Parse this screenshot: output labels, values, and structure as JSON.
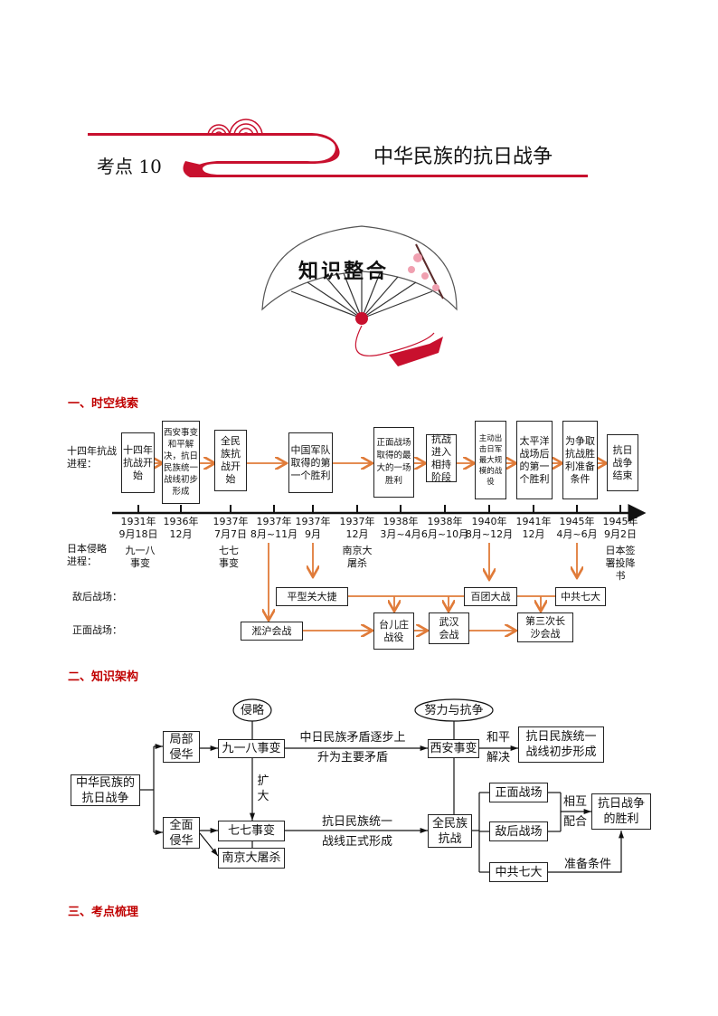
{
  "header": {
    "kaodian": "考点 10",
    "title": "中华民族的抗日战争"
  },
  "fan": {
    "text": "知识整合"
  },
  "sections": [
    "一、时空线索",
    "二、知识架构",
    "三、考点梳理"
  ],
  "timeline": {
    "row_labels": {
      "progress": "十四年抗战进程：",
      "aggression": "日本侵略进程：",
      "enemy_rear": "敌后战场：",
      "frontal": "正面战场："
    },
    "events": [
      "十四年抗战开始",
      "西安事变和平解决，抗日民族统一战线初步形成",
      "全民族抗战开始",
      "中国军队取得的第一个胜利",
      "正面战场取得的最大的一场胜利",
      "抗战进入相持阶段",
      "主动出击日军最大规模的战役",
      "太平洋战场后的第一个胜利",
      "为争取抗战胜利准备条件",
      "抗日战争结束"
    ],
    "dates": [
      "1931年\n9月18日",
      "1936年\n12月",
      "1937年\n7月7日",
      "1937年\n8月~11月",
      "1937年\n9月",
      "1937年\n12月",
      "1938年\n3月~4月",
      "1938年\n6月~10月",
      "1940年\n8月~12月",
      "1941年\n12月",
      "1945年\n4月~6月",
      "1945年\n9月2日"
    ],
    "aggression": [
      "九一八\n事变",
      "七七\n事变",
      "南京大\n屠杀",
      "日本签\n署投降\n书"
    ],
    "enemy_rear": [
      "平型关大捷",
      "百团大战",
      "中共七大"
    ],
    "frontal": [
      "淞沪会战",
      "台儿庄\n战役",
      "武汉\n会战",
      "第三次长\n沙会战"
    ]
  },
  "framework": {
    "root": "中华民族的\n抗日战争",
    "partial": "局部\n侵华",
    "full": "全面\n侵华",
    "e918": "九一八事变",
    "e77": "七七事变",
    "nanjing": "南京大屠杀",
    "invasion": "侵略",
    "struggle": "努力与抗争",
    "xian": "西安事变",
    "allnation": "全民族\n抗战",
    "united_initial": "抗日民族统一\n战线初步形成",
    "frontal": "正面战场",
    "rear": "敌后战场",
    "ccp7": "中共七大",
    "victory": "抗日战争\n的胜利",
    "contradiction": "中日民族矛盾逐步上\n升为主要矛盾",
    "expand": "扩\n大",
    "united_formal": "抗日民族统一\n战线正式形成",
    "peace": "和平\n解决",
    "cooperate": "相互\n配合",
    "prepare": "准备条件"
  },
  "colors": {
    "accent": "#c00000",
    "arrow": "#e07b39"
  }
}
